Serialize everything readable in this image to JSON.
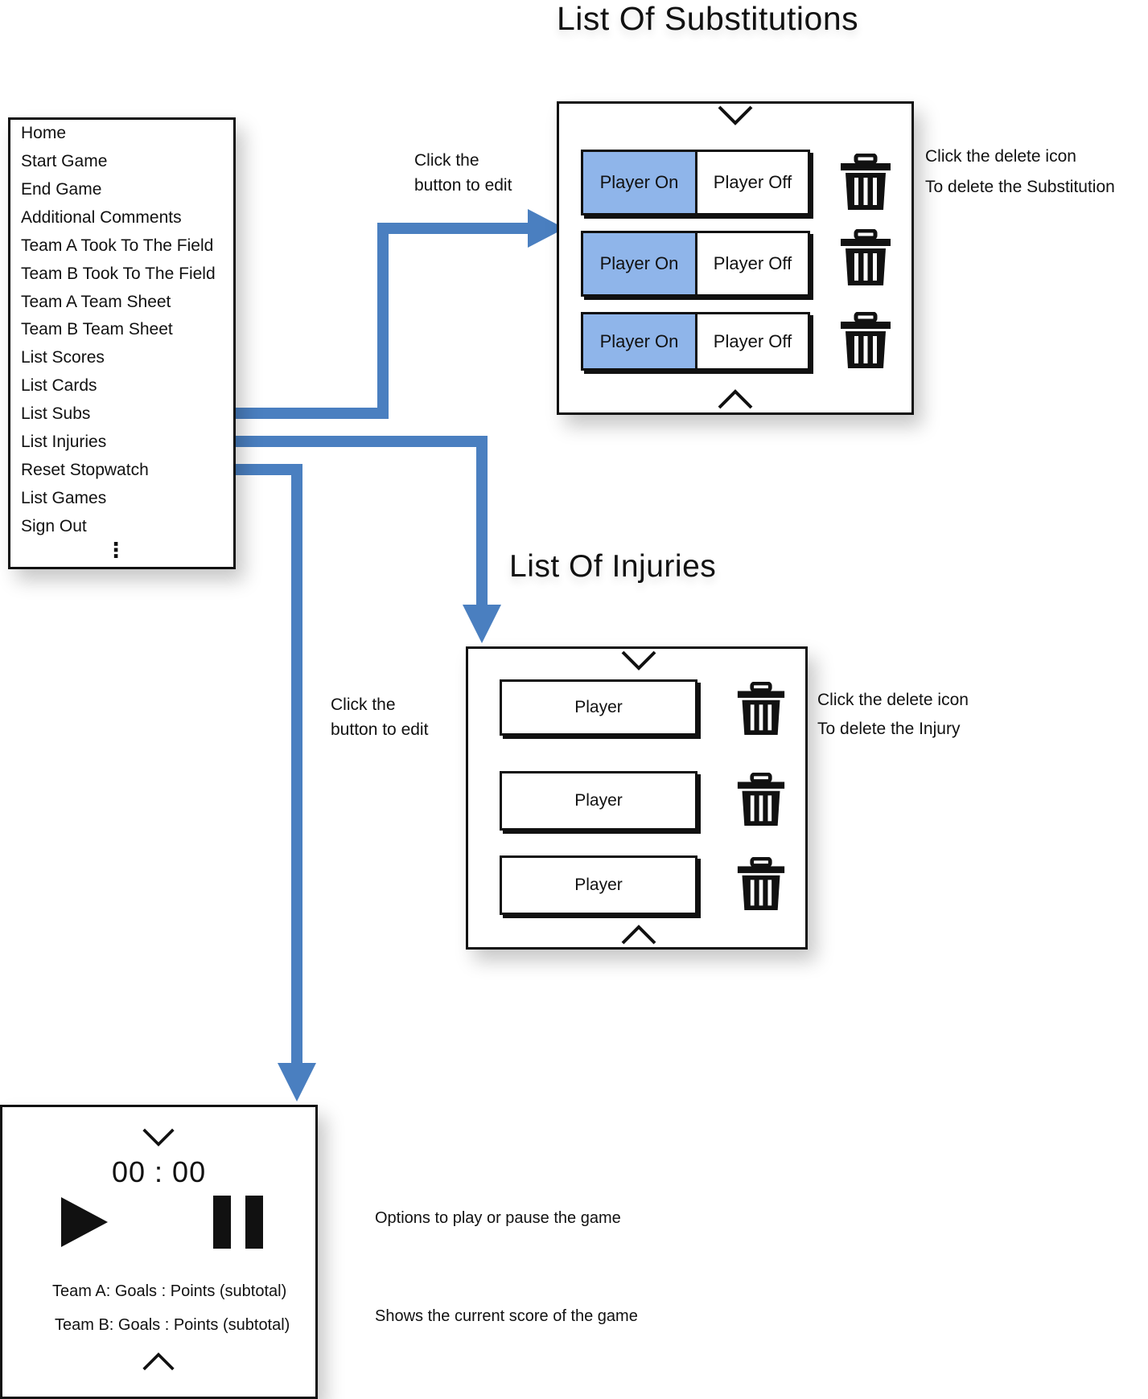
{
  "subs_panel": {
    "title": "List Of Substitutions",
    "rows": [
      {
        "on": "Player On",
        "off": "Player Off"
      },
      {
        "on": "Player On",
        "off": "Player Off"
      },
      {
        "on": "Player On",
        "off": "Player Off"
      }
    ],
    "note_edit": [
      "Click the",
      "button to edit"
    ],
    "note_delete": [
      "Click the delete icon",
      "To delete the Substitution"
    ]
  },
  "menu": {
    "items": [
      "Home",
      "Start Game",
      "End Game",
      "Additional Comments",
      "Team A Took To The Field",
      "Team B Took  To The Field",
      "Team A Team Sheet",
      "Team B Team Sheet",
      "List Scores",
      "List Cards",
      "List Subs",
      "List Injuries",
      "Reset Stopwatch",
      "List Games",
      "Sign Out"
    ],
    "more": "⋮"
  },
  "injuries_panel": {
    "title": "List Of Injuries",
    "rows": [
      "Player",
      "Player",
      "Player"
    ],
    "note_edit": [
      "Click the",
      "button to edit"
    ],
    "note_delete": [
      "Click the delete icon",
      "To delete the Injury"
    ]
  },
  "stopwatch_panel": {
    "timer": "00 : 00",
    "team_a_line": "Team A:  Goals  : Points   (subtotal)",
    "team_b_line": "Team B:  Goals  : Points  (subtotal)",
    "note_play": "Options to play or pause the game",
    "note_score": "Shows the current score of the game"
  },
  "colors": {
    "arrow": "#4a7fc0",
    "player_on": "#8fb5ea",
    "outline": "#111111"
  },
  "icons": [
    "chevron-down-icon",
    "chevron-up-icon",
    "trash-icon",
    "play-icon",
    "pause-icon",
    "more-vertical-icon"
  ]
}
